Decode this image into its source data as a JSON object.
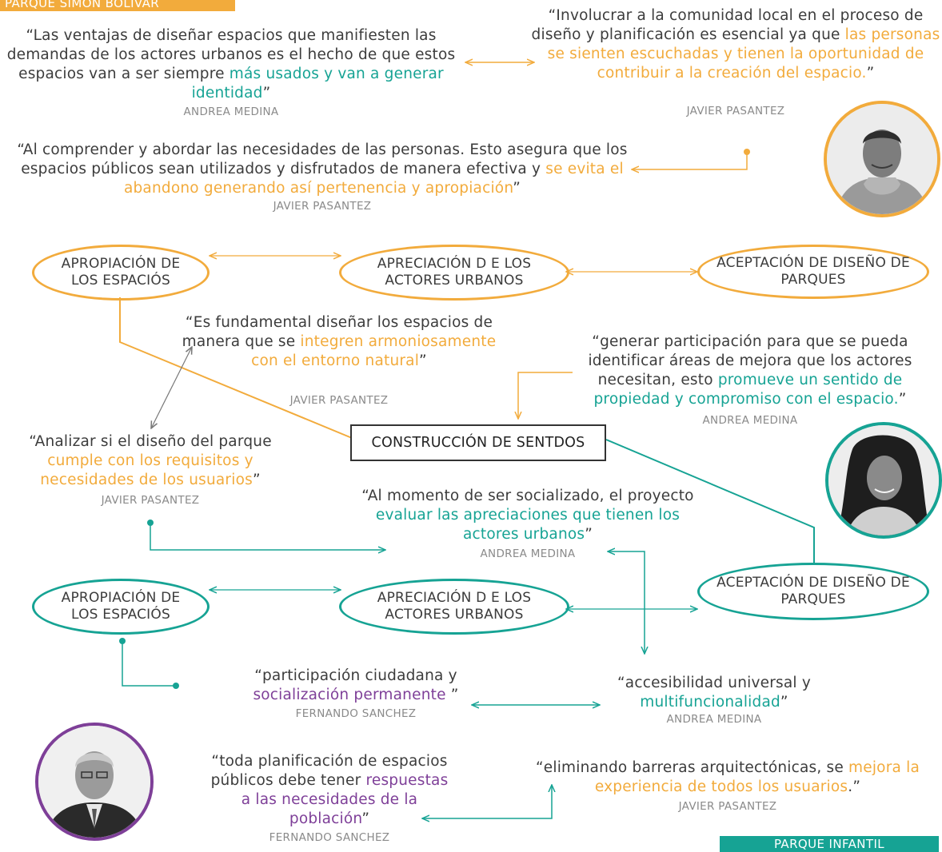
{
  "tags": {
    "top": "PARQUE SIMÓN BOLÍVAR",
    "bottom": "PARQUE INFANTIL"
  },
  "colors": {
    "orange": "#f2ab3c",
    "teal": "#16a394",
    "purple": "#7e3f98",
    "gray": "#8a8a8a"
  },
  "icons": {
    "photo_top": "man-portrait-photo",
    "photo_mid": "woman-portrait-photo",
    "photo_bottom": "older-man-portrait-photo"
  },
  "center": {
    "label": "CONSTRUCCIÓN DE SENTDOS"
  },
  "nodes": {
    "row1": {
      "apropiacion": "APROPIACIÓN DE LOS ESPACIÓS",
      "apreciacion": "APRECIACIÓN D E  LOS ACTORES URBANOS",
      "aceptacion": "ACEPTACIÓN DE DISEÑO DE PARQUES"
    },
    "row2": {
      "apropiacion": "APROPIACIÓN DE LOS ESPACIÓS",
      "apreciacion": "APRECIACIÓN D E  LOS ACTORES URBANOS",
      "aceptacion": "ACEPTACIÓN DE DISEÑO DE PARQUES"
    }
  },
  "quotes": {
    "q1": {
      "text": "“Las ventajas de diseñar espacios que manifiesten las demandas de los actores urbanos es el hecho de que estos espacios van a ser siempre ",
      "highlight": "más usados y van a generar identidad",
      "end": "”",
      "author": "ANDREA MEDINA"
    },
    "q2": {
      "text": "“Involucrar a la comunidad local en el proceso de diseño y planificación es esencial ya que ",
      "highlight": "las personas se sienten escuchadas y tienen la oportunidad de contribuir a la creación del espacio.",
      "end": "”",
      "author": "JAVIER PASANTEZ"
    },
    "q3": {
      "text": "“Al comprender y abordar las necesidades de las personas. Esto asegura que los espacios públicos sean utilizados y disfrutados de manera efectiva y ",
      "highlight": "se evita el abandono generando así pertenencia y apropiación",
      "end": "”",
      "author": "JAVIER PASANTEZ"
    },
    "q4": {
      "text": "“Es fundamental diseñar los espacios de manera que se ",
      "highlight": "integren armoniosamente con el entorno natural",
      "end": "”",
      "author": "JAVIER PASANTEZ"
    },
    "q5": {
      "text": "“generar participación para que se pueda identificar áreas de mejora que los actores necesitan, esto ",
      "highlight": "promueve un sentido de propiedad y compromiso con el espacio.",
      "end": "”",
      "author": "ANDREA MEDINA"
    },
    "q6": {
      "text": "“Analizar si el diseño del parque ",
      "highlight": "cumple con los requisitos y necesidades de los usuarios",
      "end": "”",
      "author": "JAVIER PASANTEZ"
    },
    "q7": {
      "text": "“Al momento de ser socializado, el proyecto ",
      "highlight": "evaluar las apreciaciones que tienen los actores urbanos",
      "end": "”",
      "author": "ANDREA MEDINA"
    },
    "q8": {
      "text": "“participación ciudadana y ",
      "highlight": "socialización permanente",
      "end": " ”",
      "author": "FERNANDO SANCHEZ"
    },
    "q9": {
      "text": "“accesibilidad universal y ",
      "highlight": "multifuncionalidad",
      "end": "”",
      "author": "ANDREA MEDINA"
    },
    "q10": {
      "text": "“toda planificación de espacios públicos debe tener ",
      "highlight": "respuestas a las necesidades de la población",
      "end": "”",
      "author": "FERNANDO SANCHEZ"
    },
    "q11": {
      "text": "“eliminando barreras arquitectónicas, se ",
      "highlight": "mejora la experiencia de todos los usuarios",
      "end": ".”",
      "author": "JAVIER PASANTEZ"
    }
  }
}
